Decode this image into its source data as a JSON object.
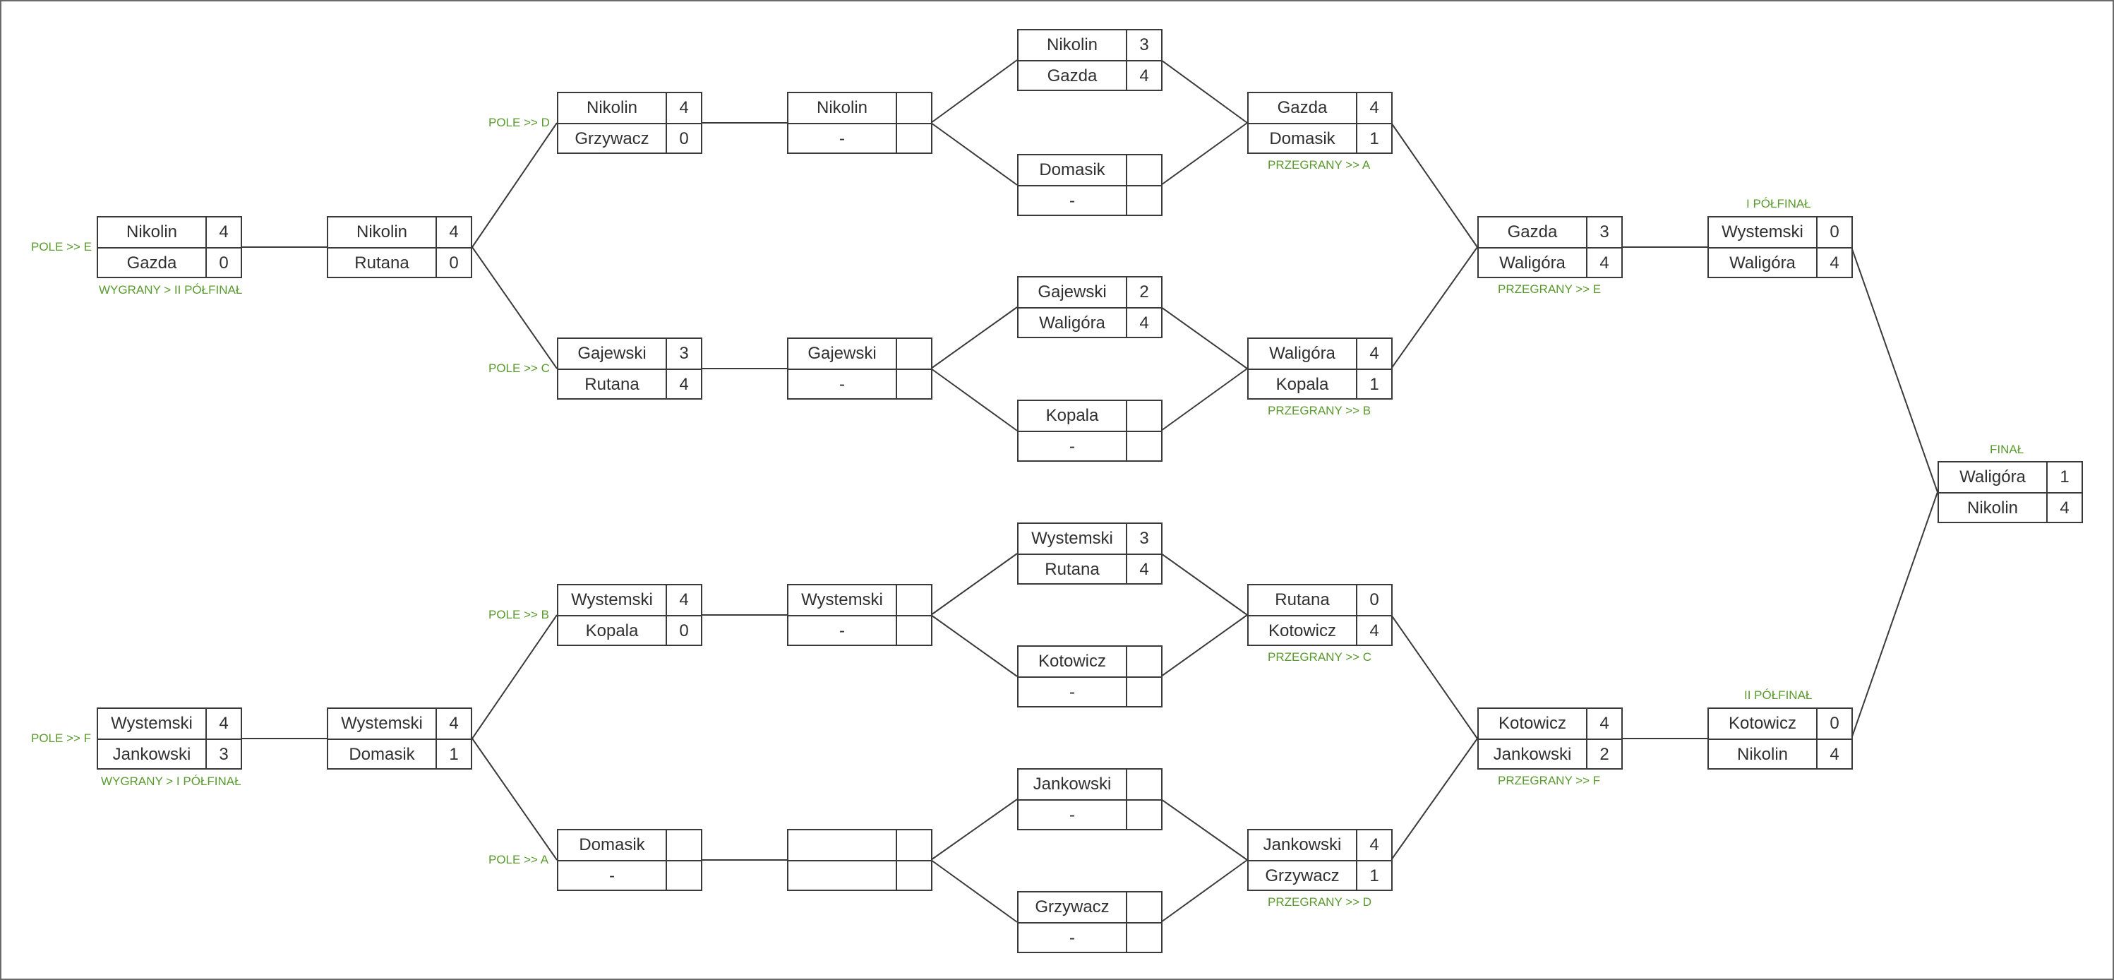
{
  "colors": {
    "label": "#5a9a2e",
    "line": "#3a3a3a",
    "frame": "#6a6a6a",
    "text": "#303030"
  },
  "matches": {
    "m01": {
      "p1": "Nikolin",
      "s1": "4",
      "p2": "Gazda",
      "s2": "0"
    },
    "m02": {
      "p1": "Wystemski",
      "s1": "4",
      "p2": "Jankowski",
      "s2": "3"
    },
    "m03": {
      "p1": "Nikolin",
      "s1": "4",
      "p2": "Rutana",
      "s2": "0"
    },
    "m04": {
      "p1": "Wystemski",
      "s1": "4",
      "p2": "Domasik",
      "s2": "1"
    },
    "m05": {
      "p1": "Nikolin",
      "s1": "4",
      "p2": "Grzywacz",
      "s2": "0"
    },
    "m06": {
      "p1": "Gajewski",
      "s1": "3",
      "p2": "Rutana",
      "s2": "4"
    },
    "m07": {
      "p1": "Wystemski",
      "s1": "4",
      "p2": "Kopala",
      "s2": "0"
    },
    "m08": {
      "p1": "Domasik",
      "s1": "",
      "p2": "-",
      "s2": ""
    },
    "m09": {
      "p1": "Nikolin",
      "s1": "",
      "p2": "-",
      "s2": ""
    },
    "m10": {
      "p1": "Gajewski",
      "s1": "",
      "p2": "-",
      "s2": ""
    },
    "m11": {
      "p1": "Wystemski",
      "s1": "",
      "p2": "-",
      "s2": ""
    },
    "m12": {
      "p1": "",
      "s1": "",
      "p2": "",
      "s2": ""
    },
    "m13": {
      "p1": "Nikolin",
      "s1": "3",
      "p2": "Gazda",
      "s2": "4"
    },
    "m14": {
      "p1": "Domasik",
      "s1": "",
      "p2": "-",
      "s2": ""
    },
    "m15": {
      "p1": "Gajewski",
      "s1": "2",
      "p2": "Waligóra",
      "s2": "4"
    },
    "m16": {
      "p1": "Kopala",
      "s1": "",
      "p2": "-",
      "s2": ""
    },
    "m17": {
      "p1": "Wystemski",
      "s1": "3",
      "p2": "Rutana",
      "s2": "4"
    },
    "m18": {
      "p1": "Kotowicz",
      "s1": "",
      "p2": "-",
      "s2": ""
    },
    "m19": {
      "p1": "Jankowski",
      "s1": "",
      "p2": "-",
      "s2": ""
    },
    "m20": {
      "p1": "Grzywacz",
      "s1": "",
      "p2": "-",
      "s2": ""
    },
    "m21": {
      "p1": "Gazda",
      "s1": "4",
      "p2": "Domasik",
      "s2": "1"
    },
    "m22": {
      "p1": "Waligóra",
      "s1": "4",
      "p2": "Kopala",
      "s2": "1"
    },
    "m23": {
      "p1": "Rutana",
      "s1": "0",
      "p2": "Kotowicz",
      "s2": "4"
    },
    "m24": {
      "p1": "Jankowski",
      "s1": "4",
      "p2": "Grzywacz",
      "s2": "1"
    },
    "m25": {
      "p1": "Gazda",
      "s1": "3",
      "p2": "Waligóra",
      "s2": "4"
    },
    "m26": {
      "p1": "Kotowicz",
      "s1": "4",
      "p2": "Jankowski",
      "s2": "2"
    },
    "m27": {
      "p1": "Wystemski",
      "s1": "0",
      "p2": "Waligóra",
      "s2": "4"
    },
    "m28": {
      "p1": "Kotowicz",
      "s1": "0",
      "p2": "Nikolin",
      "s2": "4"
    },
    "m29": {
      "p1": "Waligóra",
      "s1": "1",
      "p2": "Nikolin",
      "s2": "4"
    }
  },
  "labels": {
    "pole_e": "POLE >> E",
    "wygrany_2": "WYGRANY > II PÓŁFINAŁ",
    "pole_f": "POLE >> F",
    "wygrany_1": "WYGRANY > I PÓŁFINAŁ",
    "pole_d": "POLE >> D",
    "pole_c": "POLE >> C",
    "pole_b": "POLE >> B",
    "pole_a": "POLE >> A",
    "przegrany_a": "PRZEGRANY >> A",
    "przegrany_b": "PRZEGRANY >> B",
    "przegrany_c": "PRZEGRANY >> C",
    "przegrany_d": "PRZEGRANY >> D",
    "przegrany_e": "PRZEGRANY >> E",
    "przegrany_f": "PRZEGRANY >> F",
    "polfinal_1": "I PÓŁFINAŁ",
    "polfinal_2": "II PÓŁFINAŁ",
    "final": "FINAŁ"
  }
}
